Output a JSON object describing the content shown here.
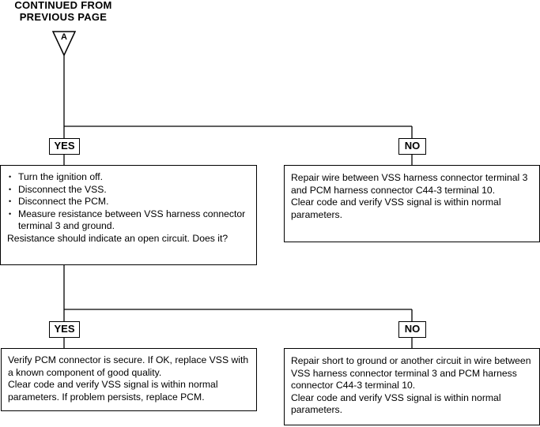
{
  "header": {
    "line1": "CONTINUED FROM",
    "line2": "PREVIOUS PAGE"
  },
  "connector": {
    "label": "A"
  },
  "branch1": {
    "yes_label": "YES",
    "no_label": "NO",
    "yes_box": {
      "steps": [
        "Turn the ignition off.",
        "Disconnect the VSS.",
        "Disconnect the PCM.",
        "Measure resistance between VSS harness connector terminal 3 and ground."
      ],
      "question": "Resistance should indicate an open circuit. Does it?"
    },
    "no_box": {
      "line1": "Repair wire between VSS harness connector terminal 3 and PCM harness connector C44-3 terminal 10.",
      "line2": "Clear code and verify VSS signal is within normal parameters."
    }
  },
  "branch2": {
    "yes_label": "YES",
    "no_label": "NO",
    "yes_box": {
      "line1": "Verify PCM connector is secure. If OK, replace VSS with a known component of good quality.",
      "line2": "Clear code and verify VSS signal is within normal parameters. If problem persists, replace PCM."
    },
    "no_box": {
      "line1": "Repair short to ground or another circuit in wire between VSS harness connector terminal 3 and PCM harness connector C44-3 terminal 10.",
      "line2": "Clear code and verify VSS signal is within normal parameters."
    }
  }
}
